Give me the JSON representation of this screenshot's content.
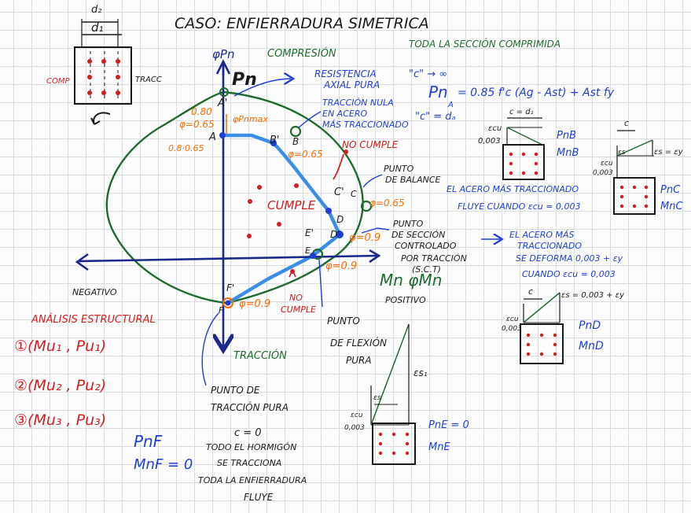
{
  "title": "CASO: ENFIERRADURA SIMETRICA",
  "section_top": {
    "d2": "d₂",
    "d1": "d₁",
    "comp": "COMP",
    "tracc": "TRACC"
  },
  "axes": {
    "y_top_label": "φPn",
    "y_top_main": "Pn",
    "compression": "COMPRESIÓN",
    "negative": "NEGATIVO",
    "positive": "POSITIVO",
    "x_main": "Mn φMn",
    "traction": "TRACCIÓN"
  },
  "curve_points": {
    "A": "A",
    "A_prime": "A'",
    "B": "B",
    "B_prime": "B'",
    "C": "C",
    "C_prime": "C'",
    "D": "D",
    "D_prime": "D'",
    "E": "E",
    "E_prime": "E'",
    "F": "F",
    "F_prime": "F'"
  },
  "phi_labels": {
    "phi_080": "0.80",
    "phi_065_a": "φ=0.65",
    "phi_08_065": "0.8·0.65",
    "phi_pnmax": "φPnmax",
    "phi_065_b": "φ=0.65",
    "phi_065_c": "φ=0.65",
    "phi_09_d": "φ=0.9",
    "phi_09_e": "φ=0.9",
    "phi_09_f": "φ=0.9"
  },
  "annotations": {
    "resistencia": [
      "RESISTENCIA",
      "AXIAL PURA"
    ],
    "c_inf": "\"c\" → ∞",
    "toda_seccion": "TODA LA SECCIÓN COMPRIMIDA",
    "formula_lhs": "Pn",
    "formula_sub": "A",
    "formula_rhs": "= 0.85 f'c (Ag - Ast) + Ast fy",
    "traccion_nula": [
      "TRACCIÓN NULA",
      "EN ACERO",
      "MÁS TRACCIONADO"
    ],
    "c_da": "\"c\" = dₐ",
    "no_cumple_1": "NO CUMPLE",
    "cumple": "CUMPLE",
    "punto_balance": [
      "PUNTO",
      "DE BALANCE"
    ],
    "acero_fluye": [
      "EL ACERO MÁS TRACCIONADO",
      "FLUYE CUANDO  εcu = 0,003"
    ],
    "punto_sct": [
      "PUNTO",
      "DE SECCIÓN",
      "CONTROLADO",
      "POR TRACCIÓN",
      "(S.C.T)"
    ],
    "acero_deforma": [
      "EL ACERO MÁS",
      "TRACCIONADO",
      "SE DEFORMA 0,003 + εy",
      "CUANDO  εcu = 0,003"
    ],
    "no_cumple_2": [
      "NO",
      "CUMPLE"
    ],
    "punto_flexion": [
      "PUNTO",
      "DE FLEXIÓN",
      "PURA"
    ],
    "punto_traccion": [
      "PUNTO DE",
      "TRACCIÓN PURA"
    ],
    "c_zero": "c = 0",
    "todo_hormigon": [
      "TODO EL HORMIGÓN",
      "SE TRACCIONA",
      "TODA LA ENFIERRADURA",
      "FLUYE"
    ]
  },
  "analysis": {
    "title": "ANÁLISIS ESTRUCTURAL",
    "items": [
      "①(Mu₁ , Pu₁)",
      "②(Mu₂ , Pu₂)",
      "③(Mu₃ , Pu₃)"
    ]
  },
  "bottom_left": {
    "pnf": "PnF",
    "mnf": "MnF = 0"
  },
  "strain_B": {
    "c_label": "c = d₁",
    "ecu": "εcu",
    "val": "0,003",
    "p": "PnB",
    "m": "MnB"
  },
  "strain_C": {
    "c_label": "c",
    "ecu": "εcu",
    "val": "0,003",
    "es_eq": "εs = εy",
    "es_label": "εs",
    "p": "PnC",
    "m": "MnC"
  },
  "strain_D": {
    "c_label": "c",
    "ecu": "εcu",
    "val": "0,003",
    "es_eq": "εs = 0,003 + εy",
    "p": "PnD",
    "m": "MnD"
  },
  "strain_E": {
    "ecu": "εcu",
    "val": "0,003",
    "es_small": "εs",
    "es_big": "εs₁",
    "p": "PnE = 0",
    "m": "MnE"
  },
  "colors": {
    "dark": "#1a1a1a",
    "blue": "#1d3fd6",
    "navy": "#1a2a8a",
    "orange": "#ff6a00",
    "red": "#d41e1e",
    "green": "#1e6b2e"
  }
}
